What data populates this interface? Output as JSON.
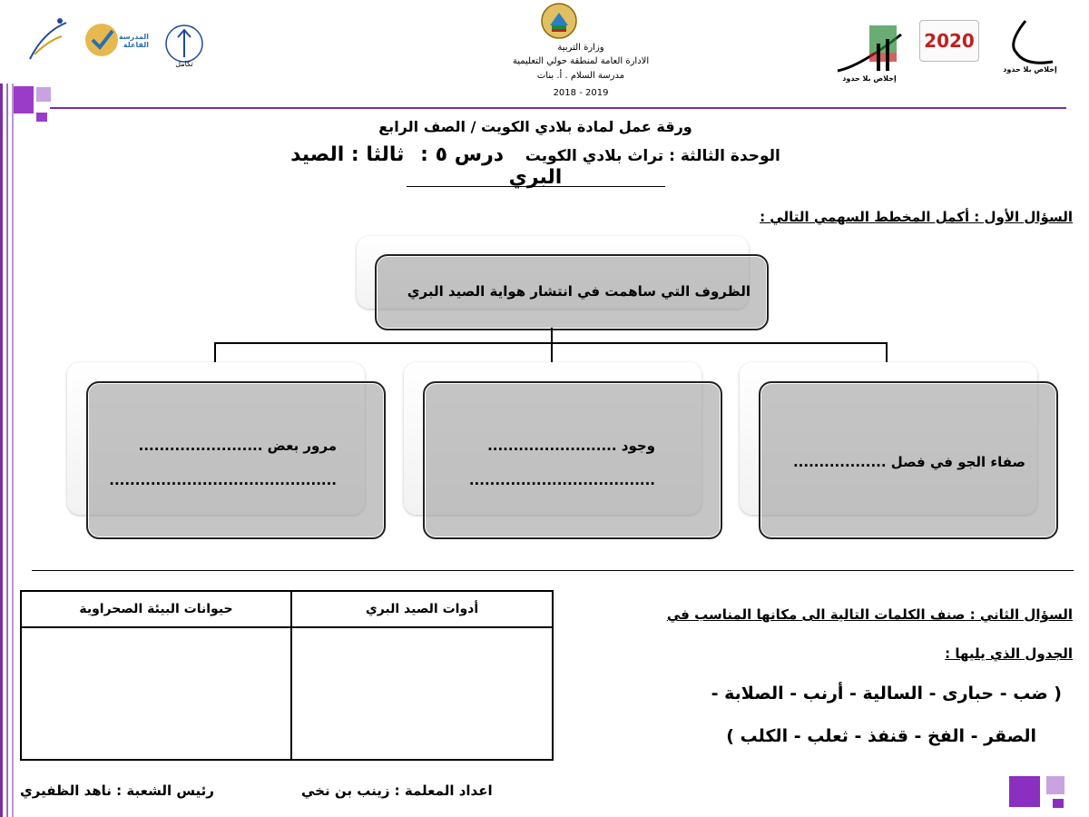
{
  "header": {
    "ministry": "وزارة التربية",
    "directorate": "الادارة العامة لمنطقة حولي التعليمية",
    "school": "مدرسة السلام . أ. بنات",
    "year": "2018 - 2019",
    "logo_left_1": "المدرسة الفاعلة",
    "logo_left_2": "تكامل",
    "logo_right_1": "إخلاص بلا حدود",
    "logo_right_2": "2020",
    "logo_right_3": "إخلاص بلا حدود"
  },
  "titles": {
    "line1": "ورقة عمل لمادة بلادي الكويت / الصف الرابع",
    "line2_prefix": "الوحدة الثالثة : تراث بلادي الكويت",
    "line2_lesson": "درس ٥ :",
    "line2_topic": "ثالثا : الصيد البري"
  },
  "question1": {
    "label": "السؤال الأول : أكمل المخطط السهمي التالي :",
    "root": "الظروف التي ساهمت في انتشار هواية الصيد البري",
    "branches": [
      {
        "line1": "صفاء الجو في فصل ..................",
        "line2": ""
      },
      {
        "line1": "وجود .........................",
        "line2": "...................................."
      },
      {
        "line1": "مرور بعض ........................",
        "line2": "............................................"
      }
    ]
  },
  "question2": {
    "label_line1": "السؤال الثاني : صنف الكلمات التالية الى مكانها المناسب في",
    "label_line2": "الجدول الذي يليها :",
    "words_line1": "( ضب - حبارى - السالية - أرنب - الصلابة -",
    "words_line2": "الصقر - الفخ - قنفذ - ثعلب - الكلب )"
  },
  "table": {
    "col_right": "أدوات الصيد البري",
    "col_left": "حيوانات البيئة الصحراوية"
  },
  "footer": {
    "teacher": "اعداد المعلمة : زينب بن نخي",
    "head": "رئيس الشعبة : ناهد الظفيري"
  },
  "colors": {
    "accent": "#7a2ea0",
    "box_fill": "#9a9a9a"
  }
}
